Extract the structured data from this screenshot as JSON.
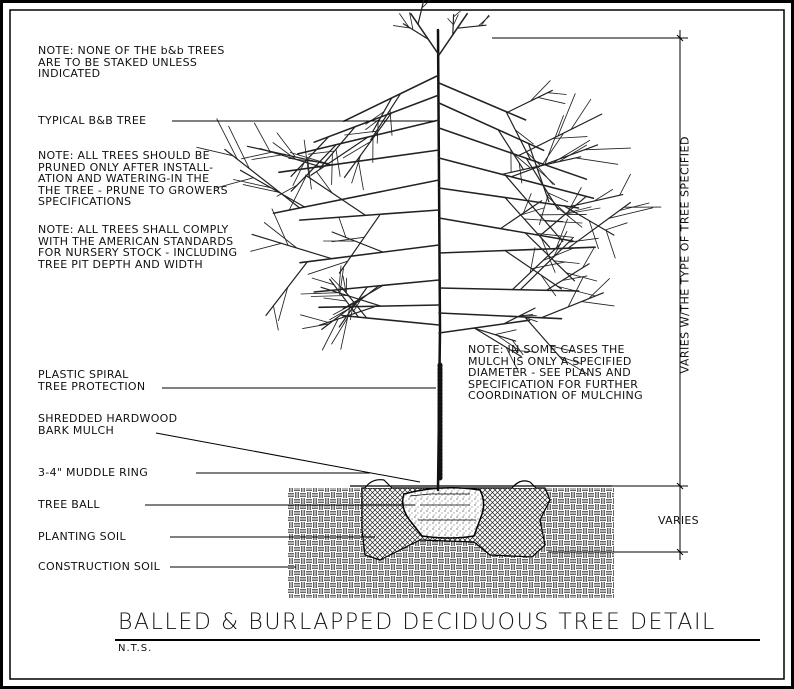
{
  "notes": {
    "staking": "NOTE: NONE OF THE b&b TREES\nARE TO BE STAKED UNLESS\nINDICATED",
    "pruning": "NOTE: ALL TREES SHOULD BE\nPRUNED ONLY AFTER INSTALL-\nATION AND WATERING-IN THE\nTHE TREE - PRUNE TO GROWERS\nSPECIFICATIONS",
    "standards": "NOTE: ALL TREES SHALL COMPLY\nWITH THE AMERICAN STANDARDS\nFOR NURSERY STOCK - INCLUDING\nTREE PIT DEPTH AND WIDTH",
    "mulch": "NOTE: IN SOME CASES THE\nMULCH IS ONLY A SPECIFIED\nDIAMETER - SEE PLANS AND\nSPECIFICATION FOR FURTHER\nCOORDINATION OF MULCHING"
  },
  "labels": {
    "typical_tree": "TYPICAL B&B TREE",
    "spiral": "PLASTIC SPIRAL\nTREE PROTECTION",
    "mulch": "SHREDDED HARDWOOD\nBARK MULCH",
    "ring": "3-4\" MUDDLE RING",
    "tree_ball": "TREE BALL",
    "planting_soil": "PLANTING SOIL",
    "construction_soil": "CONSTRUCTION SOIL"
  },
  "dimensions": {
    "height": "VARIES W/THE TYPE OF TREE SPECIFIED",
    "depth": "VARIES"
  },
  "title": "BALLED & BURLAPPED DECIDUOUS TREE DETAIL",
  "scale": "N.T.S."
}
